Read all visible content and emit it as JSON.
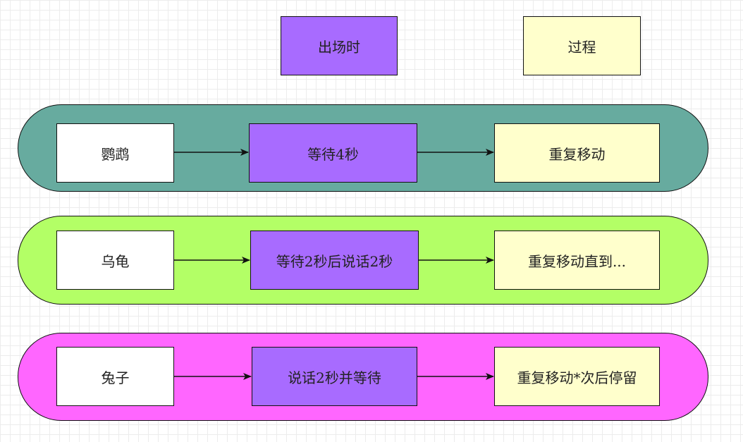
{
  "legend": {
    "start": {
      "label": "出场时",
      "color": "#a86bff"
    },
    "process": {
      "label": "过程",
      "color": "#ffffcc"
    }
  },
  "colors": {
    "actor": "#ffffff",
    "border": "#111111"
  },
  "lanes": [
    {
      "color": "#67ab9f",
      "actor": "鹦鹉",
      "start": "等待4秒",
      "process": "重复移动"
    },
    {
      "color": "#b3ff66",
      "actor": "乌龟",
      "start": "等待2秒后说话2秒",
      "process": "重复移动直到..."
    },
    {
      "color": "#ff66ff",
      "actor": "兔子",
      "start": "说话2秒并等待",
      "process": "重复移动*次后停留"
    }
  ]
}
